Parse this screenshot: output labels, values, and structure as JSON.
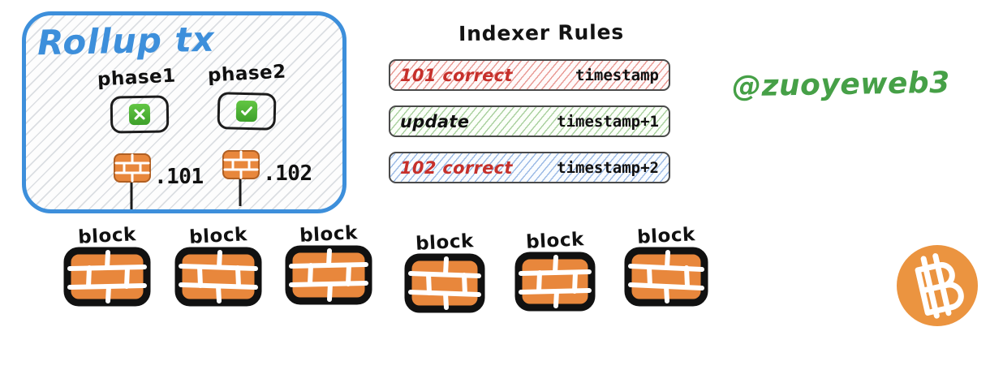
{
  "rollup_panel": {
    "title": "Rollup tx",
    "border_color": "#3d8fdb",
    "phases": [
      {
        "label": "phase1",
        "status_icon": "cross-icon",
        "status_color": "#4ab02f",
        "marker_icon": "brick-sign-icon",
        "marker_label": ".101"
      },
      {
        "label": "phase2",
        "status_icon": "check-icon",
        "status_color": "#4ab02f",
        "marker_icon": "brick-sign-icon",
        "marker_label": ".102"
      }
    ]
  },
  "indexer_rules": {
    "title": "Indexer Rules",
    "rows": [
      {
        "left": "101 correct",
        "right": "timestamp",
        "hatch_color": "#d6483e",
        "left_color": "#c6302b"
      },
      {
        "left": "update",
        "right": "timestamp+1",
        "hatch_color": "#56a042",
        "left_color": "#101010"
      },
      {
        "left": "102 correct",
        "right": "timestamp+2",
        "hatch_color": "#4a80ce",
        "left_color": "#c6302b"
      }
    ]
  },
  "watermark": {
    "handle": "@zuoyeweb3",
    "color": "#46a047"
  },
  "chain": {
    "block_color": "#e8873c",
    "blocks": [
      {
        "label": "block"
      },
      {
        "label": "block"
      },
      {
        "label": "block"
      },
      {
        "label": "block"
      },
      {
        "label": "block"
      },
      {
        "label": "block"
      }
    ],
    "logo": {
      "name": "bitcoin-logo",
      "symbol": "₿",
      "color": "#eb9440"
    }
  }
}
